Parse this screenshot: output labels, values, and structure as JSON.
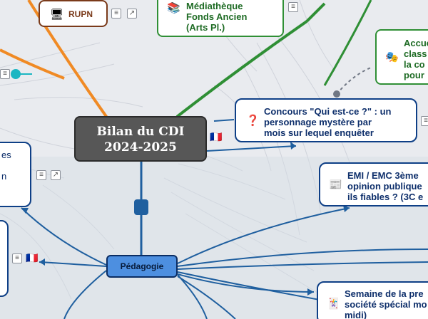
{
  "central": {
    "line1": "Bilan du CDI",
    "line2": "2024-2025"
  },
  "branch": {
    "label": "Pédagogie"
  },
  "nodes": {
    "rupn": "RUPN",
    "mediatheque": "Médiathèque\nFonds Ancien\n(Arts Pl.)",
    "accueil": "Accue\nclass\nla co\npour",
    "concours": "Concours \"Qui est-ce ?\" : un\npersonnage mystère par\nmois sur lequel enquêter",
    "emi": "EMI / EMC 3ème\nopinion publique\nils fiables ? (3C e",
    "semaine": "Semaine de la pre\nsociété spécial mo\nmidi)",
    "left_top": "es\n\nn"
  },
  "icons": {
    "menu": "≡",
    "link": "↗",
    "question": "❓",
    "computer": "🖥",
    "books": "📚",
    "news": "📰",
    "theatre": "🎭",
    "joker": "🃏",
    "flag": "🇫🇷"
  },
  "colors": {
    "blue": "#0e3f86",
    "green": "#2f8f35",
    "orange": "#f08a24",
    "central": "#575757",
    "branch": "#4d8fe0"
  }
}
